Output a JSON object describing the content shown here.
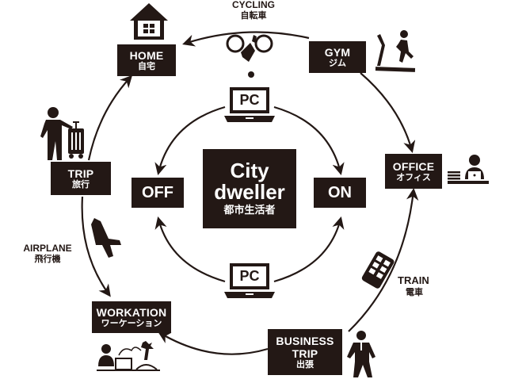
{
  "center": {
    "title_line1": "City",
    "title_line2": "dweller",
    "subtitle_jp": "都市生活者"
  },
  "inner": {
    "off_label": "OFF",
    "on_label": "ON",
    "pc_top_label": "PC",
    "pc_bottom_label": "PC"
  },
  "outer_nodes": {
    "home": {
      "en": "HOME",
      "jp": "自宅"
    },
    "gym": {
      "en": "GYM",
      "jp": "ジム"
    },
    "office": {
      "en": "OFFICE",
      "jp": "オフィス"
    },
    "business_trip": {
      "en_line1": "BUSINESS",
      "en_line2": "TRIP",
      "jp": "出張"
    },
    "workation": {
      "en": "WORKATION",
      "jp": "ワーケーション"
    },
    "trip": {
      "en": "TRIP",
      "jp": "旅行"
    }
  },
  "transport_labels": {
    "cycling": {
      "en": "CYCLING",
      "jp": "自転車"
    },
    "train": {
      "en": "TRAIN",
      "jp": "電車"
    },
    "airplane": {
      "en": "AIRPLANE",
      "jp": "飛行機"
    }
  },
  "colors": {
    "ink": "#231815",
    "background": "#ffffff"
  }
}
